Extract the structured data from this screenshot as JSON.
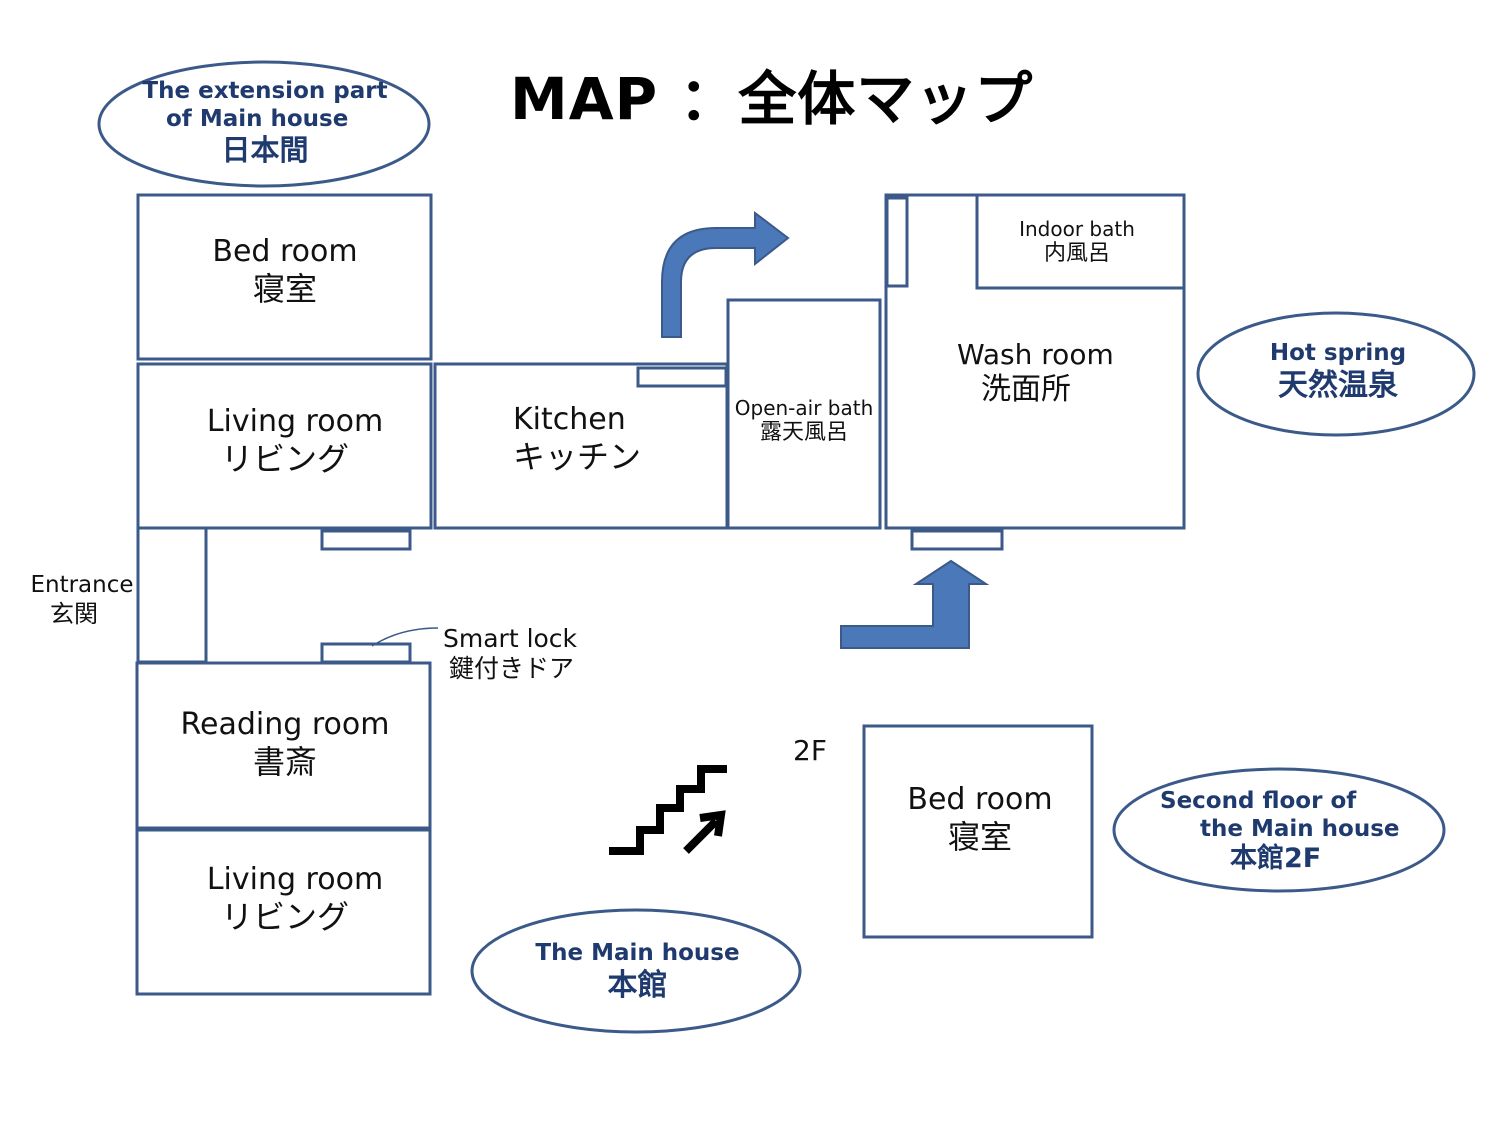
{
  "title": "MAP ：全体マップ",
  "buildings": {
    "extension": {
      "line1": "The extension part",
      "line2": "of  Main house",
      "line3": "日本間"
    },
    "hot_spring": {
      "line1": "Hot spring",
      "line2": "天然温泉"
    },
    "second_floor": {
      "line1": "Second floor of",
      "line2": "the Main house",
      "line3": "本館2F"
    },
    "main_house": {
      "line1": "The Main house",
      "line2": "本館"
    }
  },
  "rooms": {
    "bed_room_ext": {
      "en": "Bed room",
      "ja": "寝室"
    },
    "living_room_ext": {
      "en": "Living room",
      "ja": "リビング"
    },
    "kitchen": {
      "en": "Kitchen",
      "ja": "キッチン"
    },
    "open_air_bath": {
      "en": "Open-air bath",
      "ja": "露天風呂"
    },
    "indoor_bath": {
      "en": "Indoor bath",
      "ja": "内風呂"
    },
    "wash_room": {
      "en": "Wash room",
      "ja": "洗面所"
    },
    "entrance": {
      "en": "Entrance",
      "ja": "玄関"
    },
    "reading_room": {
      "en": "Reading room",
      "ja": "書斎"
    },
    "living_room_main": {
      "en": "Living room",
      "ja": "リビング"
    },
    "bed_room_2f": {
      "en": "Bed room",
      "ja": "寝室"
    }
  },
  "smart_lock": {
    "en": "Smart lock",
    "ja": "鍵付きドア"
  },
  "floor_label": "2F",
  "colors": {
    "wall": "#3b5a8a",
    "arrow": "#4a78b8",
    "building_text": "#1f3a6e"
  },
  "icons": [
    "curved-arrow-icon",
    "bent-arrow-icon",
    "stairs-icon"
  ]
}
